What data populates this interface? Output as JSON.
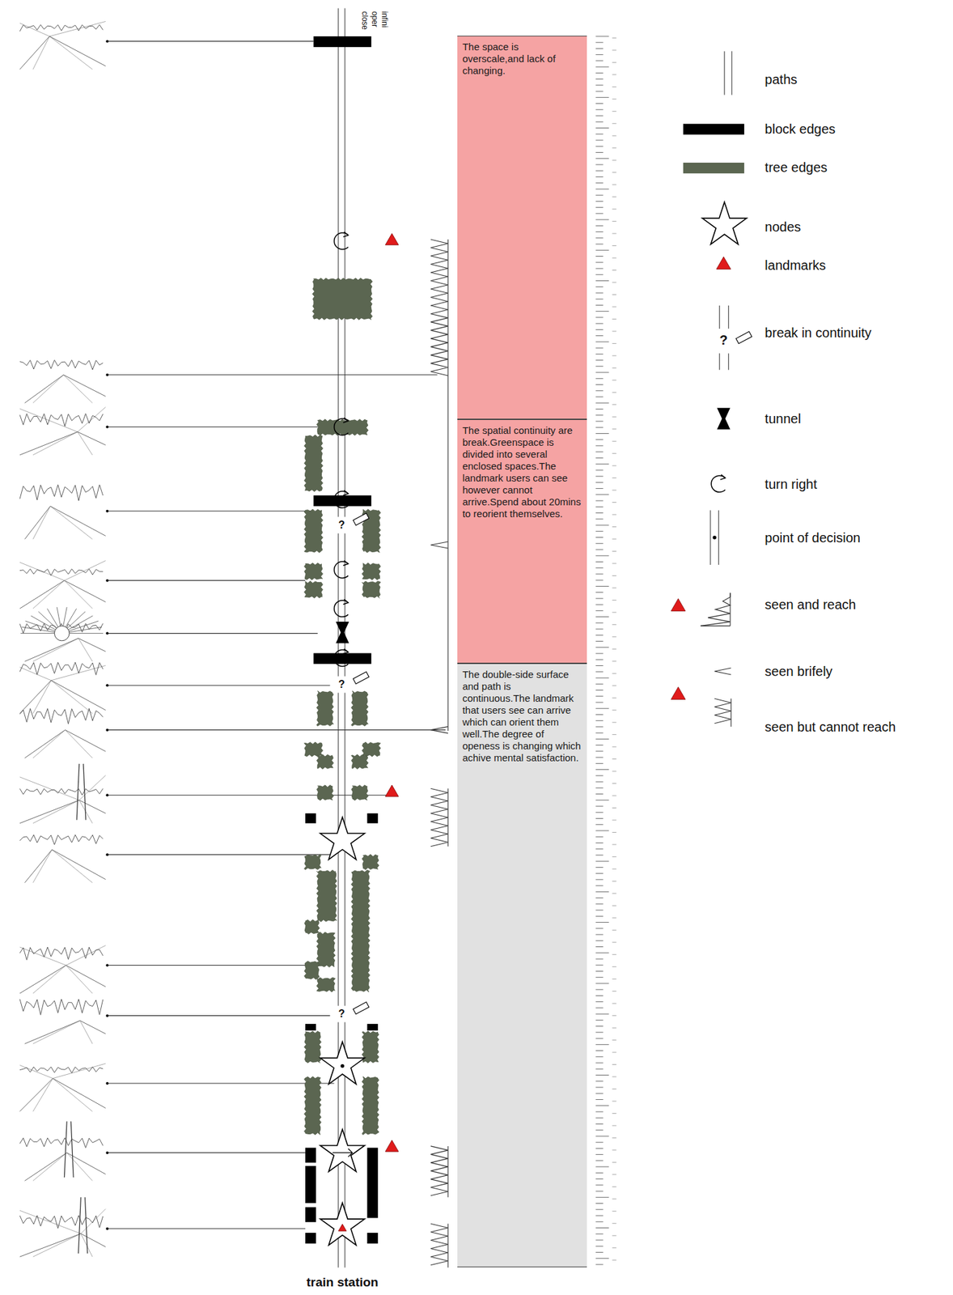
{
  "diagram": {
    "nodes": [
      {
        "text": [
          "The space is overscale,and lack of changing."
        ]
      },
      {
        "text": [
          "The spatial continuity are break.Greenspace is divided into several enclosed spaces.The landmark users can see however cannot arrive.Spend about 20mins to reorient themselves."
        ]
      },
      {
        "text": [
          "The double-side surface and path is continuous.The landmark that users see can arrive which can orient them well.The degree of openess is changing which achive mental satisfaction."
        ]
      }
    ],
    "labels": [
      "close",
      "oper",
      "infini",
      "?",
      "?",
      "?",
      "train station",
      "?"
    ],
    "legend": [
      {
        "text": "paths"
      },
      {
        "text": "block edges",
        "color": "#000000"
      },
      {
        "text": "tree edges",
        "color": "#5b6651"
      },
      {
        "text": "nodes"
      },
      {
        "text": "landmarks"
      },
      {
        "text": "break in continuity"
      },
      {
        "text": "tunnel"
      },
      {
        "text": "turn right"
      },
      {
        "text": "point of decision"
      },
      {
        "text": "seen and reach"
      },
      {
        "text": "seen brifely"
      },
      {
        "text": "seen but cannot reach"
      }
    ]
  }
}
